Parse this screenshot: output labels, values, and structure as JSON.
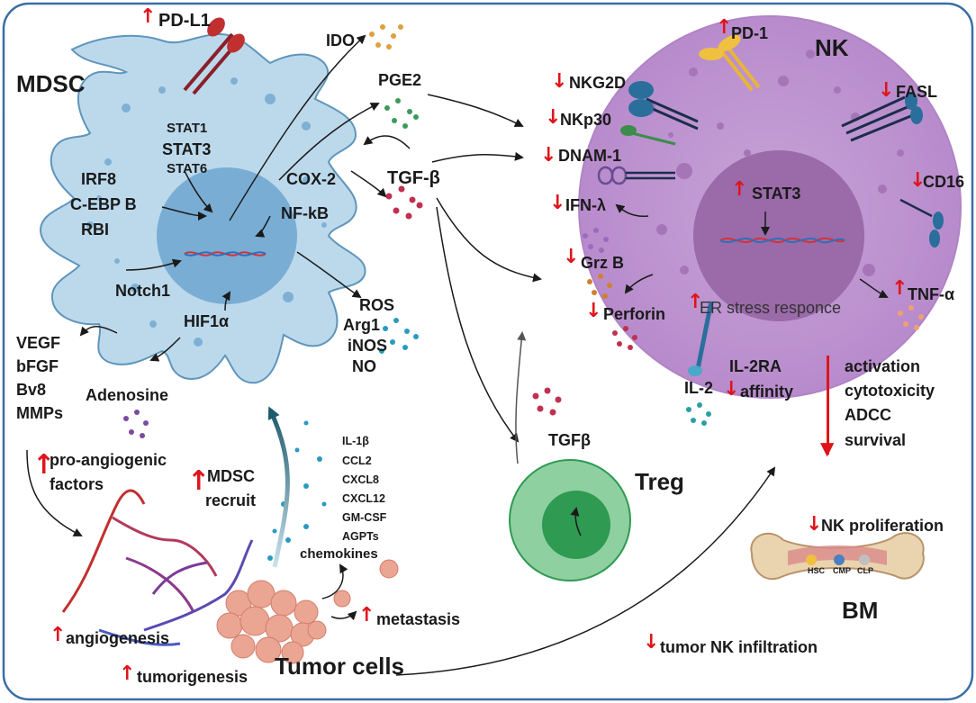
{
  "labels": {
    "pd_l1": "PD-L1",
    "mdsc": "MDSC",
    "ido": "IDO",
    "pge2": "PGE2",
    "stat1": "STAT1",
    "stat3": "STAT3",
    "stat6": "STAT6",
    "irf8": "IRF8",
    "cebp": "C-EBP B",
    "rbi": "RBI",
    "cox2": "COX-2",
    "nfkb": "NF-kB",
    "tgfb": "TGF-β",
    "notch1": "Notch1",
    "hif1a": "HIF1α",
    "ros": "ROS",
    "arg1": "Arg1",
    "inos": "iNOS",
    "no": "NO",
    "vegf": "VEGF",
    "bfgf": "bFGF",
    "bv8": "Bv8",
    "mmps": "MMPs",
    "adenosine": "Adenosine",
    "pro_angio_1": "pro-angiogenic",
    "pro_angio_2": "factors",
    "mdsc_recruit_1": "MDSC",
    "mdsc_recruit_2": "recruit",
    "il1b": "IL-1β",
    "ccl2": "CCL2",
    "cxcl8": "CXCL8",
    "cxcl12": "CXCL12",
    "gmcsf": "GM-CSF",
    "agpts": "AGPTs",
    "chemokines": "chemokines",
    "angiogenesis": "angiogenesis",
    "tumorigenesis": "tumorigenesis",
    "metastasis": "metastasis",
    "tumor_cells": "Tumor cells",
    "tgfb2": "TGFβ",
    "treg": "Treg",
    "nk": "NK",
    "pd1": "PD-1",
    "nkg2d": "NKG2D",
    "nkp30": "NKp30",
    "dnam1": "DNAM-1",
    "fasl": "FASL",
    "cd16": "CD16",
    "ifnl": "IFN-λ",
    "stat3_nk": "STAT3",
    "grzb": "Grz B",
    "perforin": "Perforin",
    "er_stress": "ER stress responce",
    "tnfa": "TNF-α",
    "il2ra": "IL-2RA",
    "il2": "IL-2",
    "affinity": "affinity",
    "activation": "activation",
    "cytotoxicity": "cytotoxicity",
    "adcc": "ADCC",
    "survival": "survival",
    "nk_prolif": "NK proliferation",
    "hsc": "HSC",
    "cmp": "CMP",
    "clp": "CLP",
    "bm": "BM",
    "tumor_nk_inf": "tumor NK infiltration"
  },
  "colors": {
    "up_down_arrow": "#e0141b",
    "mdsc_cell": "#bcd9ec",
    "mdsc_nucleus": "#7eaed3",
    "nk_cell": "#c9a6d6",
    "nk_nucleus": "#9a6aa9",
    "treg_outer": "#8fd0a0",
    "treg_inner": "#2e9a52",
    "border": "#3a6ea5"
  }
}
